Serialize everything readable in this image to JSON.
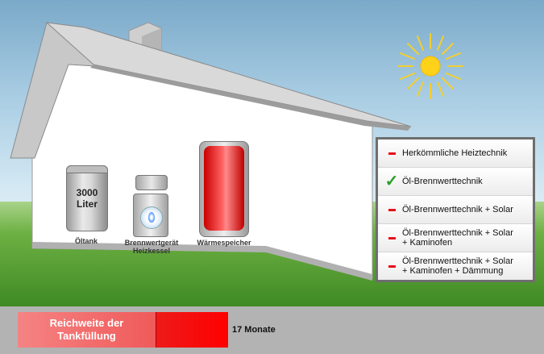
{
  "house": {
    "oil_tank": {
      "capacity_line1": "3000",
      "capacity_line2": "Liter",
      "label": "Öltank"
    },
    "boiler": {
      "label_line1": "Brennwertgerät",
      "label_line2": "Heizkessel"
    },
    "storage": {
      "label": "Wärmespeicher"
    }
  },
  "options": [
    {
      "label": "Herkömmliche Heiztechnik",
      "state": "minus"
    },
    {
      "label": "Öl-Brennwerttechnik",
      "state": "check"
    },
    {
      "label": "Öl-Brennwerttechnik + Solar",
      "state": "minus"
    },
    {
      "label_line1": "Öl-Brennwerttechnik + Solar",
      "label_line2": "+ Kaminofen",
      "state": "minus"
    },
    {
      "label_line1": "Öl-Brennwerttechnik + Solar",
      "label_line2": "+ Kaminofen + Dämmung",
      "state": "minus"
    }
  ],
  "range": {
    "label_line1": "Reichweite der",
    "label_line2": "Tankfüllung",
    "value": "17 Monate"
  },
  "colors": {
    "minus": "#e8101a",
    "check": "#2a9e2a",
    "bar": "#ff0000",
    "panel_frame": "#6e6e6e"
  },
  "icons": {
    "minus": "minus-icon",
    "check": "checkmark-icon",
    "sun": "sun-icon",
    "flame": "flame-icon"
  }
}
